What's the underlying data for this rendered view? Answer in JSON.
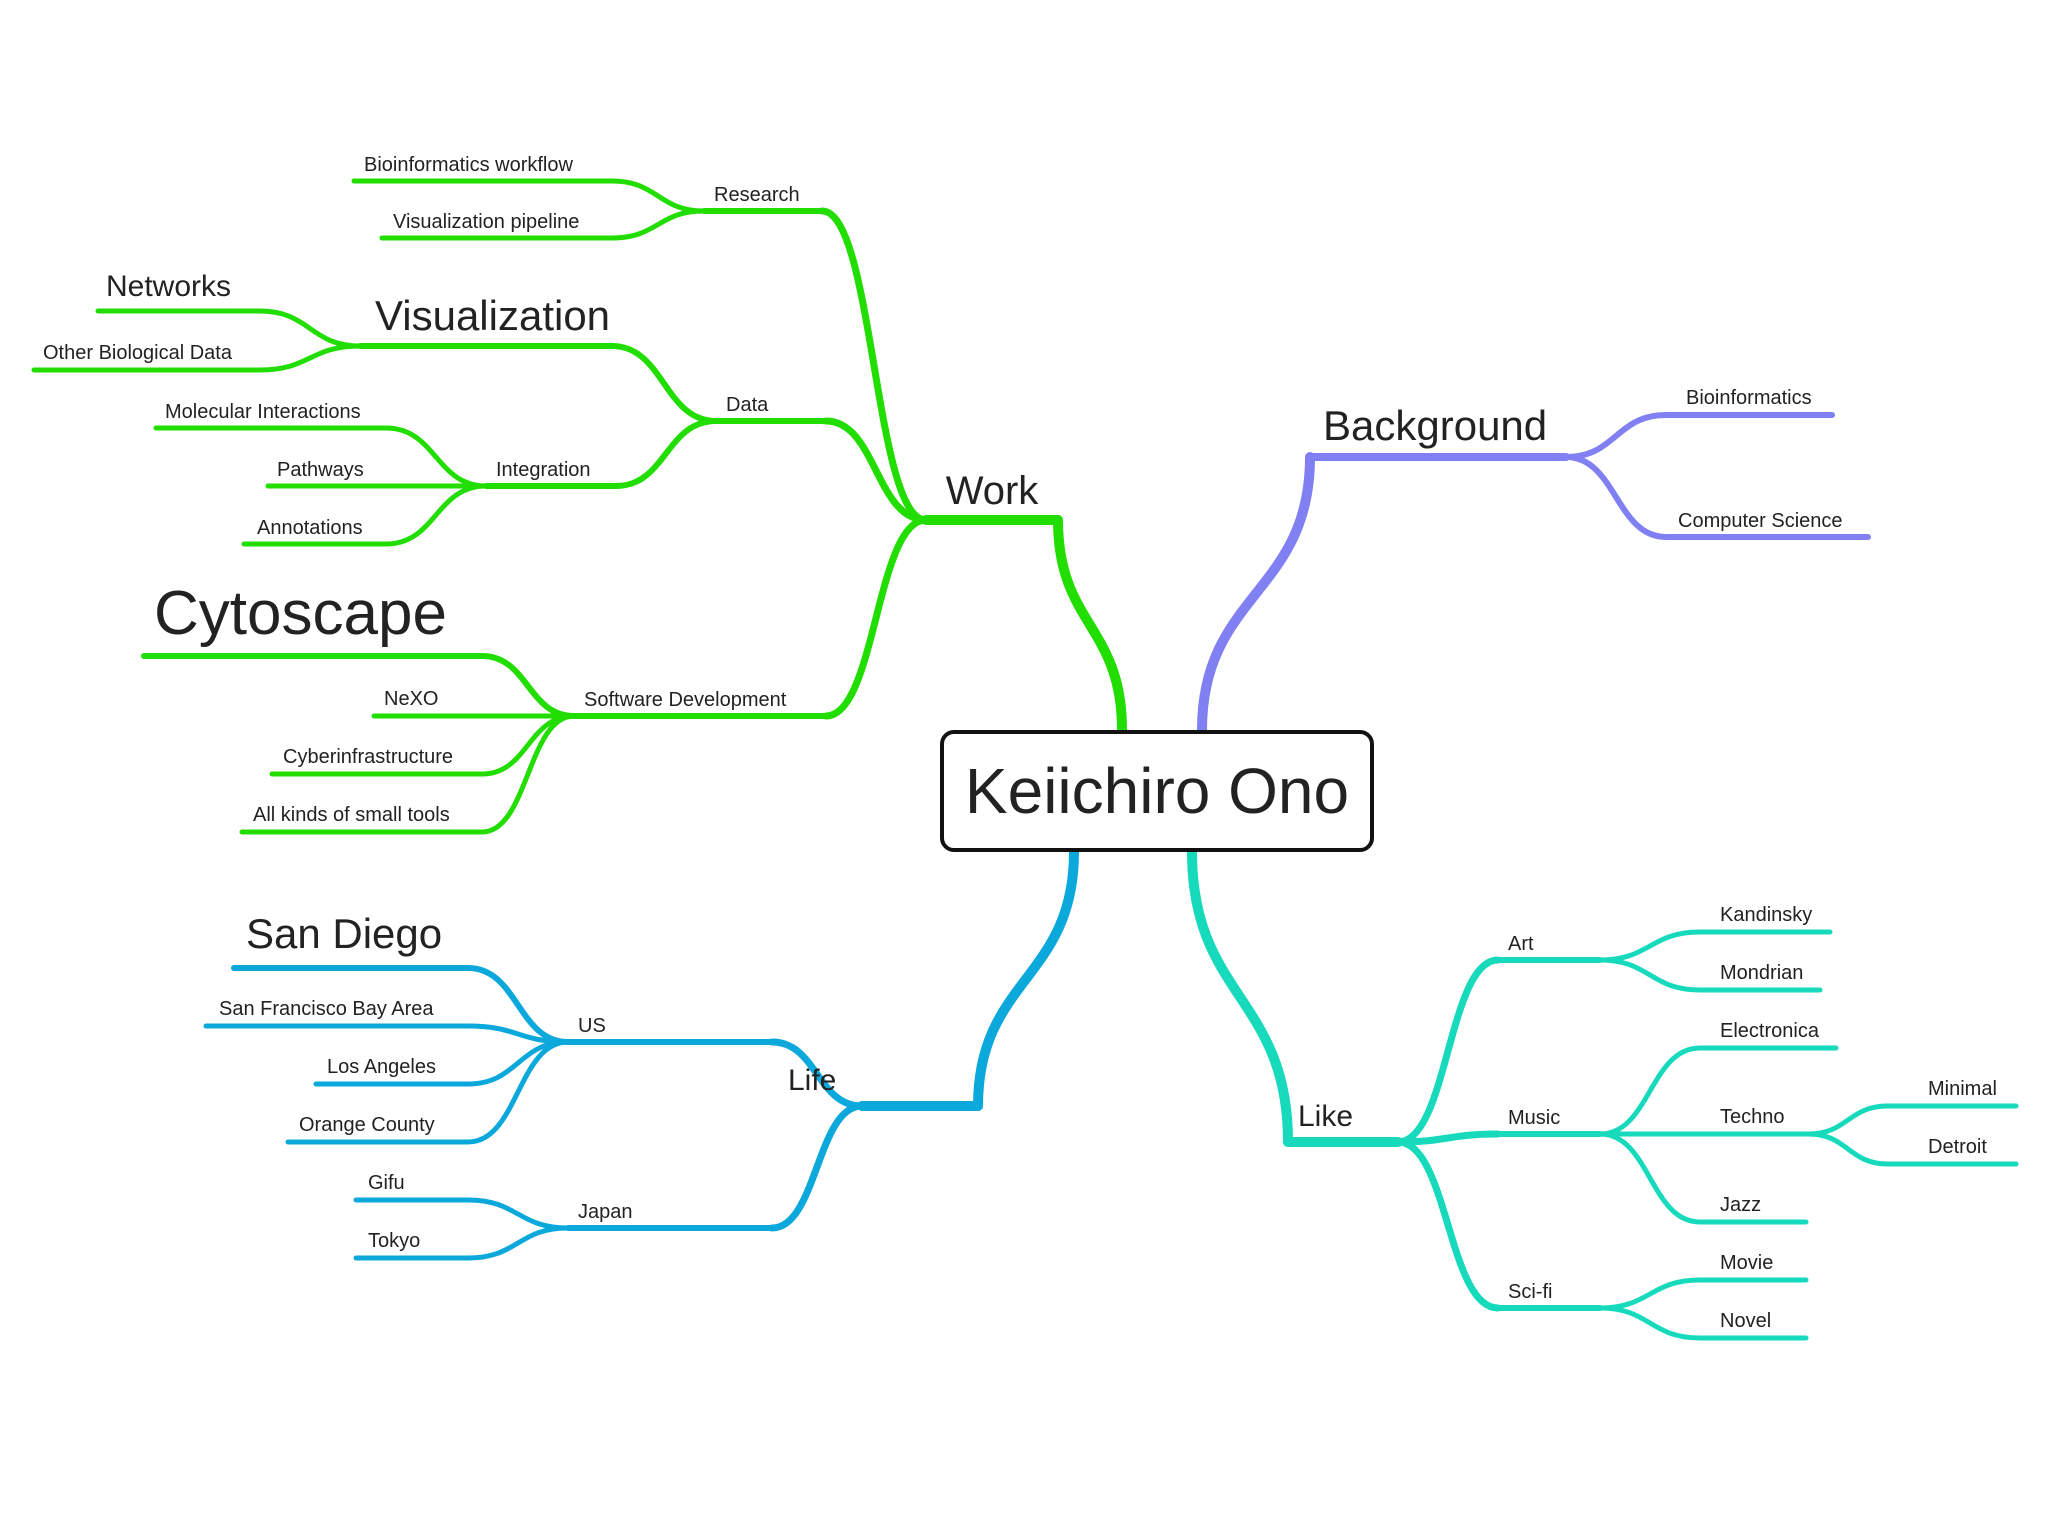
{
  "root": {
    "label": "Keiichiro Ono"
  },
  "colors": {
    "work": "#22DD00",
    "background": "#8080F2",
    "life": "#0BA8DC",
    "like": "#16DABB",
    "text": "#222222",
    "frame": "#111111"
  },
  "branches": {
    "work": {
      "label": "Work",
      "research": {
        "label": "Research",
        "children": [
          "Bioinformatics workflow",
          "Visualization pipeline"
        ]
      },
      "data": {
        "label": "Data",
        "visualization": {
          "label": "Visualization",
          "children": [
            "Networks",
            "Other Biological Data"
          ]
        },
        "integration": {
          "label": "Integration",
          "children": [
            "Molecular Interactions",
            "Pathways",
            "Annotations"
          ]
        }
      },
      "software": {
        "label": "Software Development",
        "children": [
          "Cytoscape",
          "NeXO",
          "Cyberinfrastructure",
          "All kinds of small tools"
        ]
      }
    },
    "background": {
      "label": "Background",
      "children": [
        "Bioinformatics",
        "Computer Science"
      ]
    },
    "life": {
      "label": "Life",
      "us": {
        "label": "US",
        "children": [
          "San Diego",
          "San Francisco Bay Area",
          "Los Angeles",
          "Orange County"
        ]
      },
      "japan": {
        "label": "Japan",
        "children": [
          "Gifu",
          "Tokyo"
        ]
      }
    },
    "like": {
      "label": "Like",
      "art": {
        "label": "Art",
        "children": [
          "Kandinsky",
          "Mondrian"
        ]
      },
      "music": {
        "label": "Music",
        "electronica": "Electronica",
        "techno": {
          "label": "Techno",
          "children": [
            "Minimal",
            "Detroit"
          ]
        },
        "jazz": "Jazz"
      },
      "scifi": {
        "label": "Sci-fi",
        "children": [
          "Movie",
          "Novel"
        ]
      }
    }
  }
}
